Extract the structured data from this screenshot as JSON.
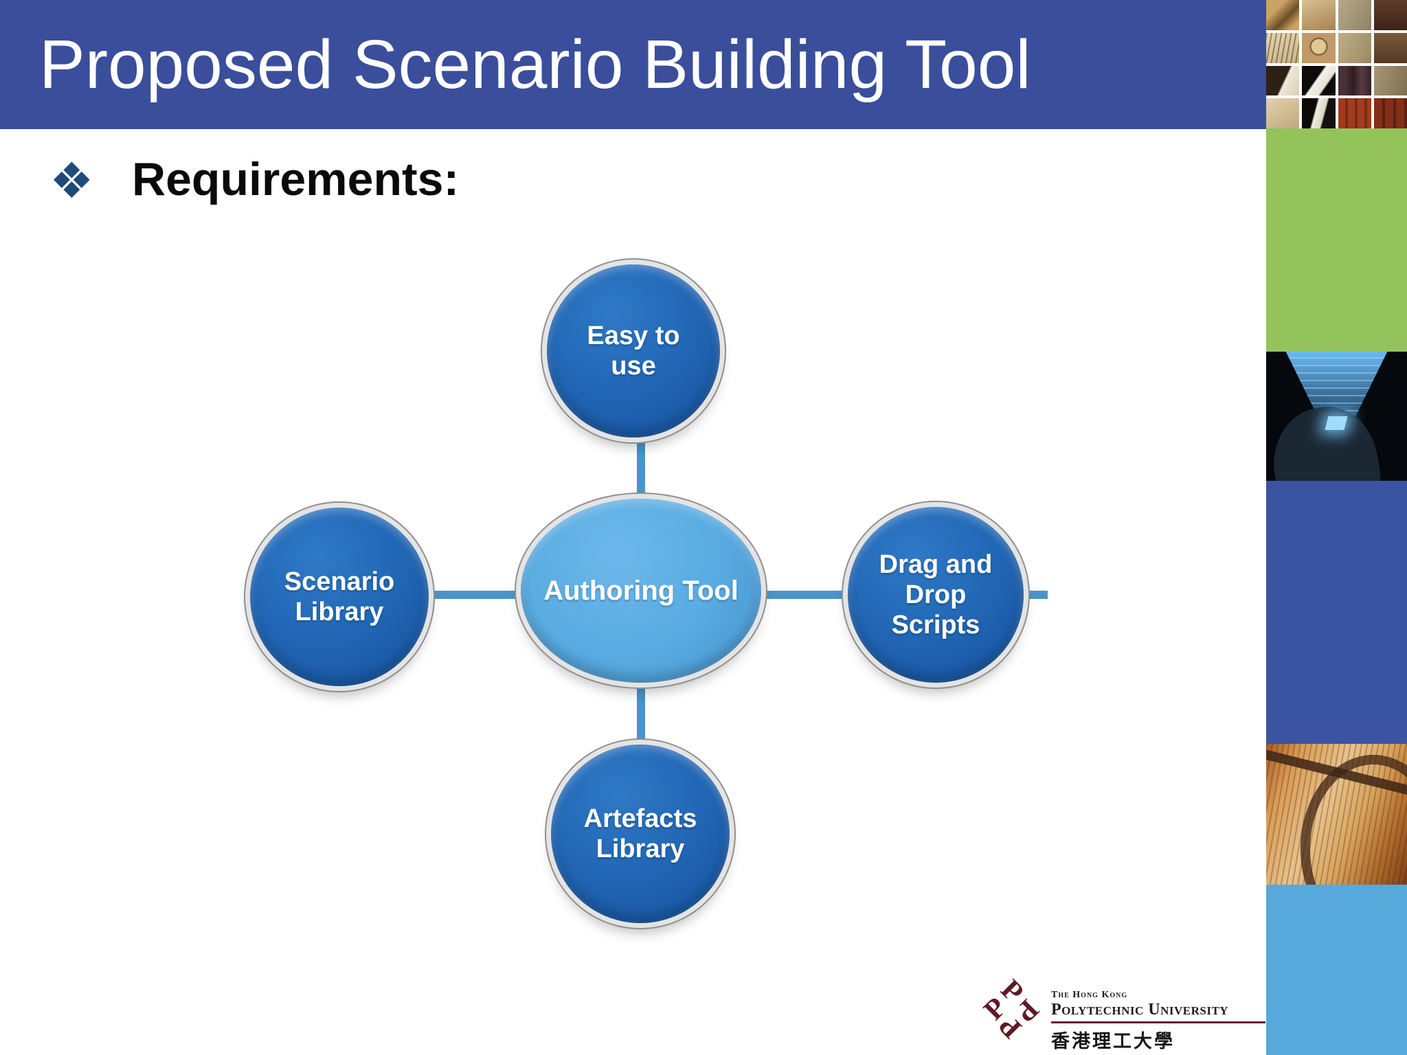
{
  "slide": {
    "title": "Proposed Scenario Building Tool",
    "bullet_icon_glyph": "❖",
    "bullet_text": "Requirements:"
  },
  "diagram": {
    "type": "radial",
    "center": {
      "label": "Authoring Tool"
    },
    "nodes": [
      {
        "label": "Easy to use",
        "position": "top"
      },
      {
        "label": "Drag and Drop Scripts",
        "position": "right"
      },
      {
        "label": "Artefacts Library",
        "position": "bottom"
      },
      {
        "label": "Scenario Library",
        "position": "left"
      }
    ],
    "colors": {
      "satellite_fill": "#2268b6",
      "center_fill": "#5aace2",
      "connector": "#4a94c8",
      "ring_silver": "#e4e4e4",
      "label_text": "#ffffff"
    }
  },
  "title_bar": {
    "background": "#3a4e9c",
    "text_color": "#ffffff"
  },
  "sidebar": {
    "sections": [
      {
        "name": "books-collage-image",
        "type": "photo"
      },
      {
        "name": "green-band",
        "type": "color",
        "color": "#94c35c"
      },
      {
        "name": "mind-technology-image",
        "type": "photo"
      },
      {
        "name": "dark-blue-band",
        "type": "color",
        "color": "#3a53a3"
      },
      {
        "name": "dictionary-glasses-image",
        "type": "photo"
      },
      {
        "name": "light-blue-band",
        "type": "color",
        "color": "#57a9dc"
      }
    ]
  },
  "footer_logo": {
    "mark_letter": "P",
    "mark_color": "#5e1a26",
    "line1": "The Hong Kong",
    "line2": "Polytechnic University",
    "line3": "香港理工大學",
    "rule_color": "#64202c"
  }
}
